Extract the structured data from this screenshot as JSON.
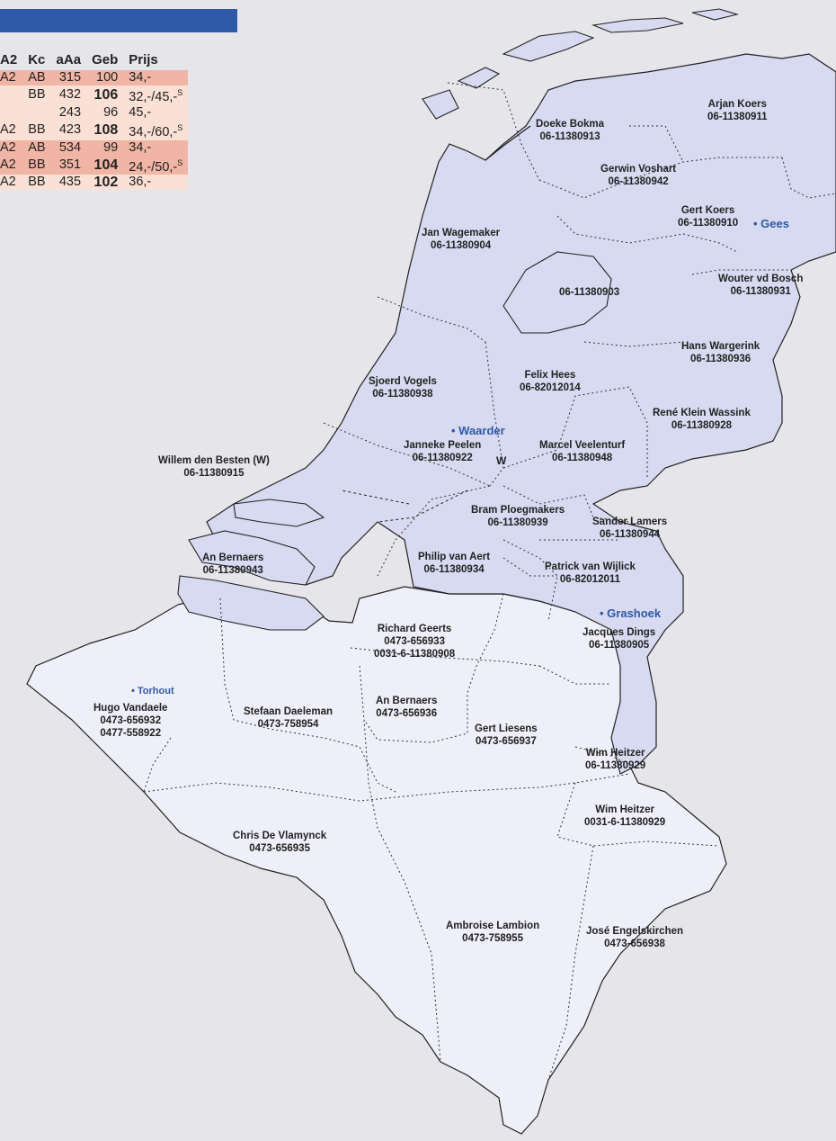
{
  "price_table": {
    "headers": [
      "A2",
      "Kc",
      "aAa",
      "Geb",
      "Prijs"
    ],
    "rows": [
      {
        "c1": "A2",
        "c2": "AB",
        "c3": "315",
        "c4": "100",
        "c4bold": false,
        "c5": "34,-",
        "c5sup": "",
        "shade": "dark"
      },
      {
        "c1": "",
        "c2": "BB",
        "c3": "432",
        "c4": "106",
        "c4bold": true,
        "c5": "32,-/45,-",
        "c5sup": "S",
        "shade": "light"
      },
      {
        "c1": "",
        "c2": "",
        "c3": "243",
        "c4": "96",
        "c4bold": false,
        "c5": "45,-",
        "c5sup": "",
        "shade": "light"
      },
      {
        "c1": "A2",
        "c2": "BB",
        "c3": "423",
        "c4": "108",
        "c4bold": true,
        "c5": "34,-/60,-",
        "c5sup": "S",
        "shade": "light"
      },
      {
        "c1": "A2",
        "c2": "AB",
        "c3": "534",
        "c4": "99",
        "c4bold": false,
        "c5": "34,-",
        "c5sup": "",
        "shade": "dark"
      },
      {
        "c1": "A2",
        "c2": "BB",
        "c3": "351",
        "c4": "104",
        "c4bold": true,
        "c5": "24,-/50,-",
        "c5sup": "S",
        "shade": "dark"
      },
      {
        "c1": "A2",
        "c2": "BB",
        "c3": "435",
        "c4": "102",
        "c4bold": true,
        "c5": "36,-",
        "c5sup": "",
        "shade": "light"
      }
    ]
  },
  "regions": {
    "doeke": {
      "name": "Doeke Bokma",
      "phone": "06-11380913"
    },
    "arjan": {
      "name": "Arjan Koers",
      "phone": "06-11380911"
    },
    "gerwin": {
      "name": "Gerwin Voshart",
      "phone": "06-11380942"
    },
    "gert_koers": {
      "name": "Gert Koers",
      "phone": "06-11380910"
    },
    "jan": {
      "name": "Jan Wagemaker",
      "phone": "06-11380904"
    },
    "wouter": {
      "name": "Wouter vd Bosch",
      "phone": "06-11380931"
    },
    "flevo": {
      "phone": "06-11380903"
    },
    "hans": {
      "name": "Hans Wargerink",
      "phone": "06-11380936"
    },
    "sjoerd": {
      "name": "Sjoerd Vogels",
      "phone": "06-11380938"
    },
    "felix": {
      "name": "Felix Hees",
      "phone": "06-82012014"
    },
    "rene": {
      "name": "René Klein Wassink",
      "phone": "06-11380928"
    },
    "janneke": {
      "name": "Janneke Peelen",
      "phone": "06-11380922"
    },
    "marcel": {
      "name": "Marcel Veelenturf",
      "phone": "06-11380948"
    },
    "willem": {
      "name": "Willem den Besten (W)",
      "phone": "06-11380915"
    },
    "bram": {
      "name": "Bram Ploegmakers",
      "phone": "06-11380939"
    },
    "sander": {
      "name": "Sander Lamers",
      "phone": "06-11380944"
    },
    "an_nl": {
      "name": "An Bernaers",
      "phone": "06-11380943"
    },
    "philip": {
      "name": "Philip van Aert",
      "phone": "06-11380934"
    },
    "patrick": {
      "name": "Patrick van Wijlick",
      "phone": "06-82012011"
    },
    "jacques": {
      "name": "Jacques Dings",
      "phone": "06-11380905"
    },
    "richard": {
      "name": "Richard Geerts",
      "phone": "0473-656933",
      "phone2": "0031-6-11380908"
    },
    "hugo": {
      "name": "Hugo Vandaele",
      "phone": "0473-656932",
      "phone2": "0477-558922"
    },
    "stefaan": {
      "name": "Stefaan Daeleman",
      "phone": "0473-758954"
    },
    "an_be": {
      "name": "An Bernaers",
      "phone": "0473-656936"
    },
    "gert_liesens": {
      "name": "Gert Liesens",
      "phone": "0473-656937"
    },
    "wim_nl": {
      "name": "Wim Heitzer",
      "phone": "06-11380929"
    },
    "wim_be": {
      "name": "Wim Heitzer",
      "phone": "0031-6-11380929"
    },
    "chris": {
      "name": "Chris De Vlamynck",
      "phone": "0473-656935"
    },
    "ambroise": {
      "name": "Ambroise Lambion",
      "phone": "0473-758955"
    },
    "jose": {
      "name": "José Engelskirchen",
      "phone": "0473-656938"
    }
  },
  "cities": {
    "gees": "• Gees",
    "waarder": "• Waarder",
    "grashoek": "• Grashoek",
    "torhout": "• Torhout",
    "w_marker": "W"
  },
  "colors": {
    "netherlands": "#d7daf0",
    "belgium": "#eeeff8",
    "water": "#e6e6ea",
    "accent": "#2f5aa8"
  }
}
